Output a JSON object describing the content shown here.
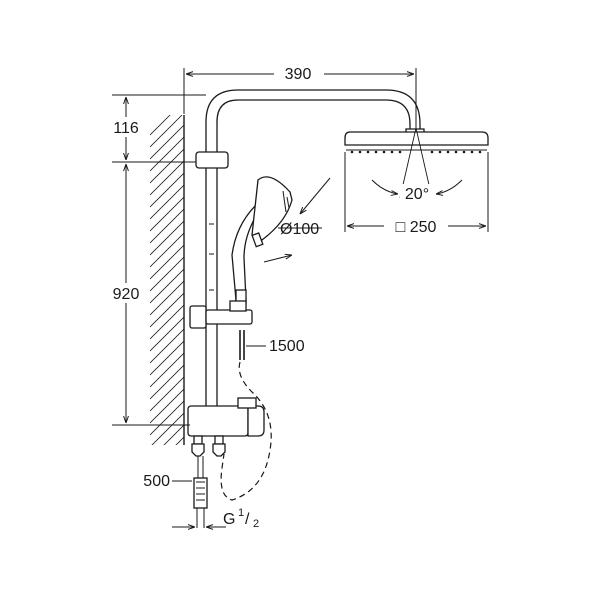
{
  "dimensions": {
    "arm_length": "390",
    "arm_height": "116",
    "rail_height": "920",
    "hand_shower_diameter": "Ø100",
    "head_size": "□ 250",
    "hose_length": "1500",
    "spacing": "500",
    "spray_angle": "20°",
    "connection_prefix": "G",
    "connection_num": "1",
    "connection_den": "2"
  }
}
